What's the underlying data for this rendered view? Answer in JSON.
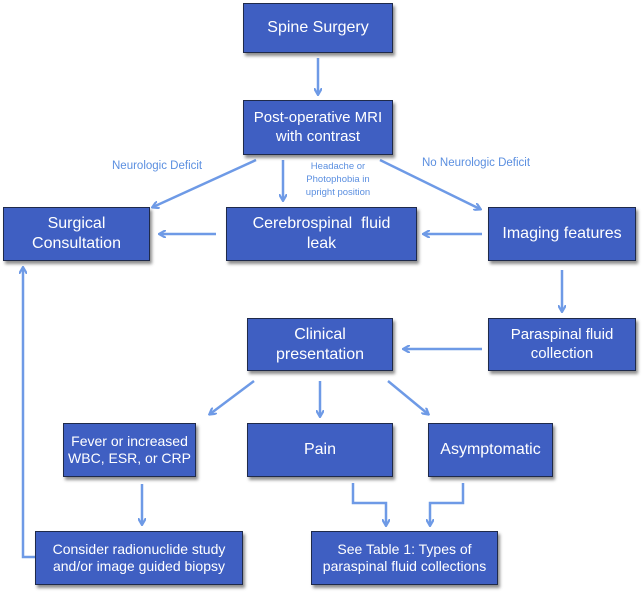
{
  "diagram": {
    "colors": {
      "box_fill": "#3f5fc2",
      "box_border": "#1f2a4a",
      "box_text": "#ffffff",
      "arrow": "#6e9ae6",
      "label_text": "#5b8fe0"
    },
    "nodes": {
      "spine_surgery": "Spine Surgery",
      "mri": {
        "line1": "Post-operative MRI",
        "line2": "with contrast"
      },
      "surgical_consult": {
        "line1": "Surgical",
        "line2": "Consultation"
      },
      "csf_leak": {
        "line1": "Cerebrospinal  fluid",
        "line2": "leak"
      },
      "imaging_features": "Imaging features",
      "paraspinal": {
        "line1": "Paraspinal fluid",
        "line2": "collection"
      },
      "clinical": {
        "line1": "Clinical",
        "line2": "presentation"
      },
      "fever": {
        "line1": "Fever or increased",
        "line2": "WBC, ESR, or CRP"
      },
      "pain": "Pain",
      "asymptomatic": "Asymptomatic",
      "radionuclide": {
        "line1": "Consider radionuclide study",
        "line2": "and/or image guided biopsy"
      },
      "table1": {
        "line1": "See Table 1: Types of",
        "line2": "paraspinal fluid collections"
      }
    },
    "edge_labels": {
      "neuro_deficit": "Neurologic Deficit",
      "headache": {
        "line1": "Headache or",
        "line2": "Photophobia in",
        "line3": "upright position"
      },
      "no_neuro_deficit": "No Neurologic Deficit"
    },
    "edges": [
      {
        "from": "spine_surgery",
        "to": "mri"
      },
      {
        "from": "mri",
        "to": "surgical_consult",
        "label": "Neurologic Deficit"
      },
      {
        "from": "mri",
        "to": "csf_leak",
        "label": "Headache or Photophobia in upright position"
      },
      {
        "from": "mri",
        "to": "imaging_features",
        "label": "No Neurologic Deficit"
      },
      {
        "from": "csf_leak",
        "to": "surgical_consult"
      },
      {
        "from": "imaging_features",
        "to": "csf_leak"
      },
      {
        "from": "imaging_features",
        "to": "paraspinal"
      },
      {
        "from": "paraspinal",
        "to": "clinical"
      },
      {
        "from": "clinical",
        "to": "fever"
      },
      {
        "from": "clinical",
        "to": "pain"
      },
      {
        "from": "clinical",
        "to": "asymptomatic"
      },
      {
        "from": "fever",
        "to": "radionuclide"
      },
      {
        "from": "radionuclide",
        "to": "surgical_consult"
      },
      {
        "from": "pain",
        "to": "table1"
      },
      {
        "from": "asymptomatic",
        "to": "table1"
      }
    ]
  }
}
